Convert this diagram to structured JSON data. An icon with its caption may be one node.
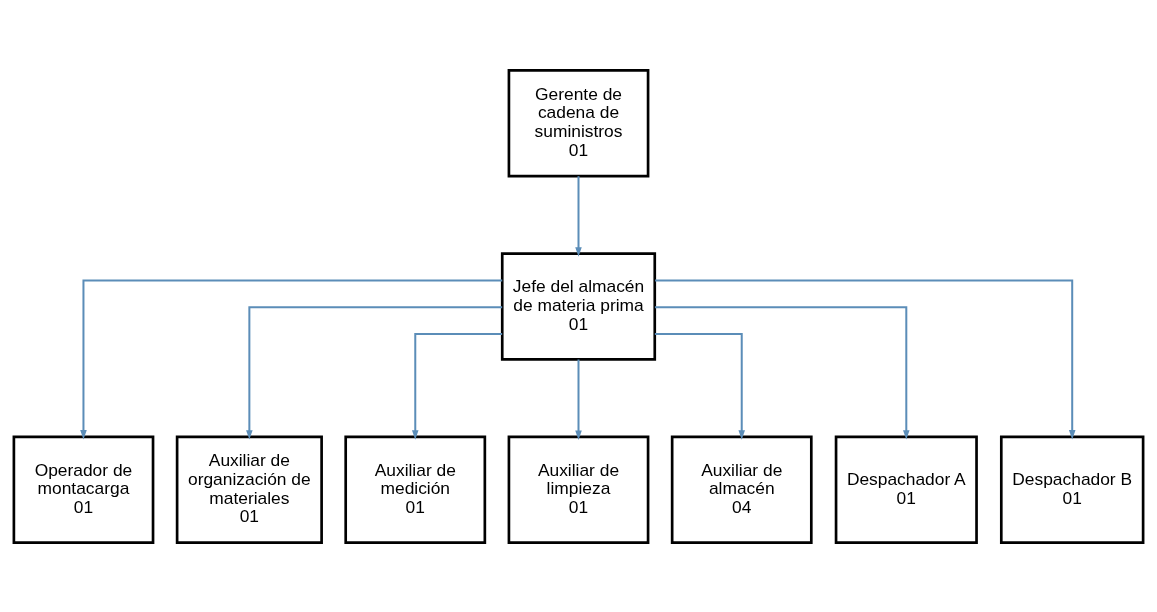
{
  "diagram": {
    "nodes": [
      {
        "text": [
          "Gerente de cadena de suministros",
          "01"
        ]
      },
      {
        "text": [
          "Jefe del almacén de materia prima",
          "01"
        ]
      },
      {
        "text": [
          "Operador de montacarga",
          "01"
        ]
      },
      {
        "text": [
          "Auxiliar de organización de materiales",
          "01"
        ]
      },
      {
        "text": [
          "Auxiliar de medición",
          "01"
        ]
      },
      {
        "text": [
          "Auxiliar de limpieza",
          "01"
        ]
      },
      {
        "text": [
          "Auxiliar de almacén",
          "04"
        ]
      },
      {
        "text": [
          "Despachador A",
          "01"
        ]
      },
      {
        "text": [
          "Despachador B",
          "01"
        ]
      }
    ],
    "edges": [
      {
        "from": 0,
        "to": 1,
        "arrow": "to"
      },
      {
        "from": 1,
        "to": 2,
        "arrow": "to"
      },
      {
        "from": 1,
        "to": 3,
        "arrow": "to"
      },
      {
        "from": 1,
        "to": 4,
        "arrow": "to"
      },
      {
        "from": 1,
        "to": 5,
        "arrow": "to"
      },
      {
        "from": 1,
        "to": 6,
        "arrow": "to"
      },
      {
        "from": 1,
        "to": 7,
        "arrow": "to"
      },
      {
        "from": 1,
        "to": 8,
        "arrow": "to"
      }
    ]
  }
}
